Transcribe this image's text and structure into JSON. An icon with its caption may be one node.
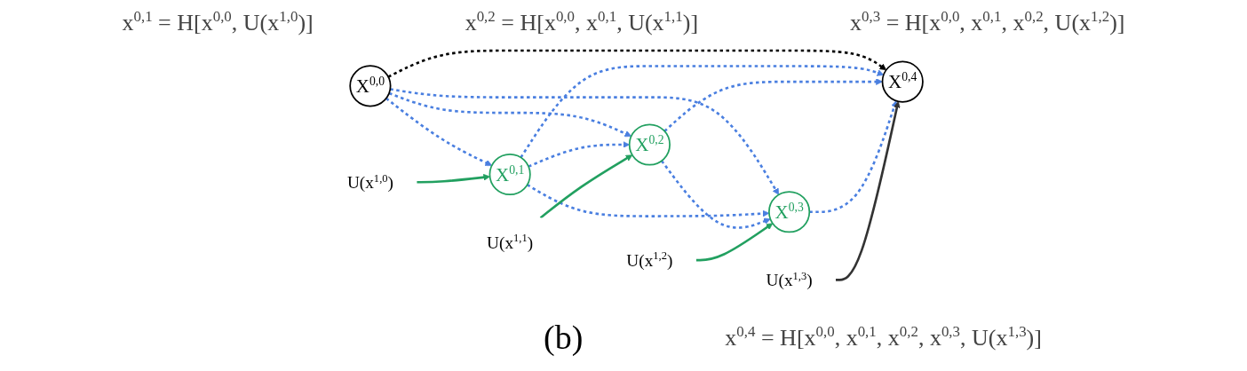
{
  "diagram": {
    "nodes": [
      {
        "text": [
          "X$^{0,0}$"
        ]
      },
      {
        "text": [
          "X$^{0,1}$"
        ]
      },
      {
        "text": [
          "X$^{0,2}$"
        ]
      },
      {
        "text": [
          "X$^{0,3}$"
        ]
      },
      {
        "text": [
          "X$^{0,4}$"
        ]
      },
      {
        "text": [
          "U(x$^{1,0}$)"
        ]
      },
      {
        "text": [
          "U(x$^{1,1}$)"
        ]
      },
      {
        "text": [
          "U(x$^{1,2}$)"
        ]
      },
      {
        "text": [
          "U(x$^{1,3}$)"
        ]
      }
    ],
    "edges": [
      {
        "from": 0,
        "to": 1,
        "arrow": "to",
        "style": "dashed"
      },
      {
        "from": 0,
        "to": 2,
        "arrow": "to",
        "style": "dashed"
      },
      {
        "from": 0,
        "to": 3,
        "arrow": "to",
        "style": "dashed"
      },
      {
        "from": 0,
        "to": 4,
        "arrow": "to",
        "style": "dashed",
        "color": "#000000"
      },
      {
        "from": 1,
        "to": 2,
        "arrow": "to",
        "style": "dashed"
      },
      {
        "from": 1,
        "to": 3,
        "arrow": "to",
        "style": "dashed"
      },
      {
        "from": 1,
        "to": 4,
        "arrow": "to",
        "style": "dashed"
      },
      {
        "from": 2,
        "to": 3,
        "arrow": "to",
        "style": "dashed"
      },
      {
        "from": 2,
        "to": 4,
        "arrow": "to",
        "style": "dashed"
      },
      {
        "from": 3,
        "to": 4,
        "arrow": "to",
        "style": "dashed"
      },
      {
        "from": 5,
        "to": 1,
        "arrow": "to",
        "color": "#22a060"
      },
      {
        "from": 6,
        "to": 2,
        "arrow": "to",
        "color": "#22a060"
      },
      {
        "from": 7,
        "to": 3,
        "arrow": "to",
        "color": "#22a060"
      },
      {
        "from": 8,
        "to": 4,
        "arrow": "to",
        "color": "#333333"
      }
    ],
    "labels": [
      "x$^{0,1}$ = H[x$^{0,0}$, U(x$^{1,0}$)]",
      "x$^{0,2}$ = H[x$^{0,0}$, x$^{0,1}$, U(x$^{1,1}$)]",
      "x$^{0,3}$ = H[x$^{0,0}$, x$^{0,1}$, x$^{0,2}$, U(x$^{1,2}$)]",
      "(b)",
      "x$^{0,4}$ = H[x$^{0,0}$, x$^{0,1}$, x$^{0,2}$, x$^{0,3}$, U(x$^{1,3}$)]"
    ]
  }
}
